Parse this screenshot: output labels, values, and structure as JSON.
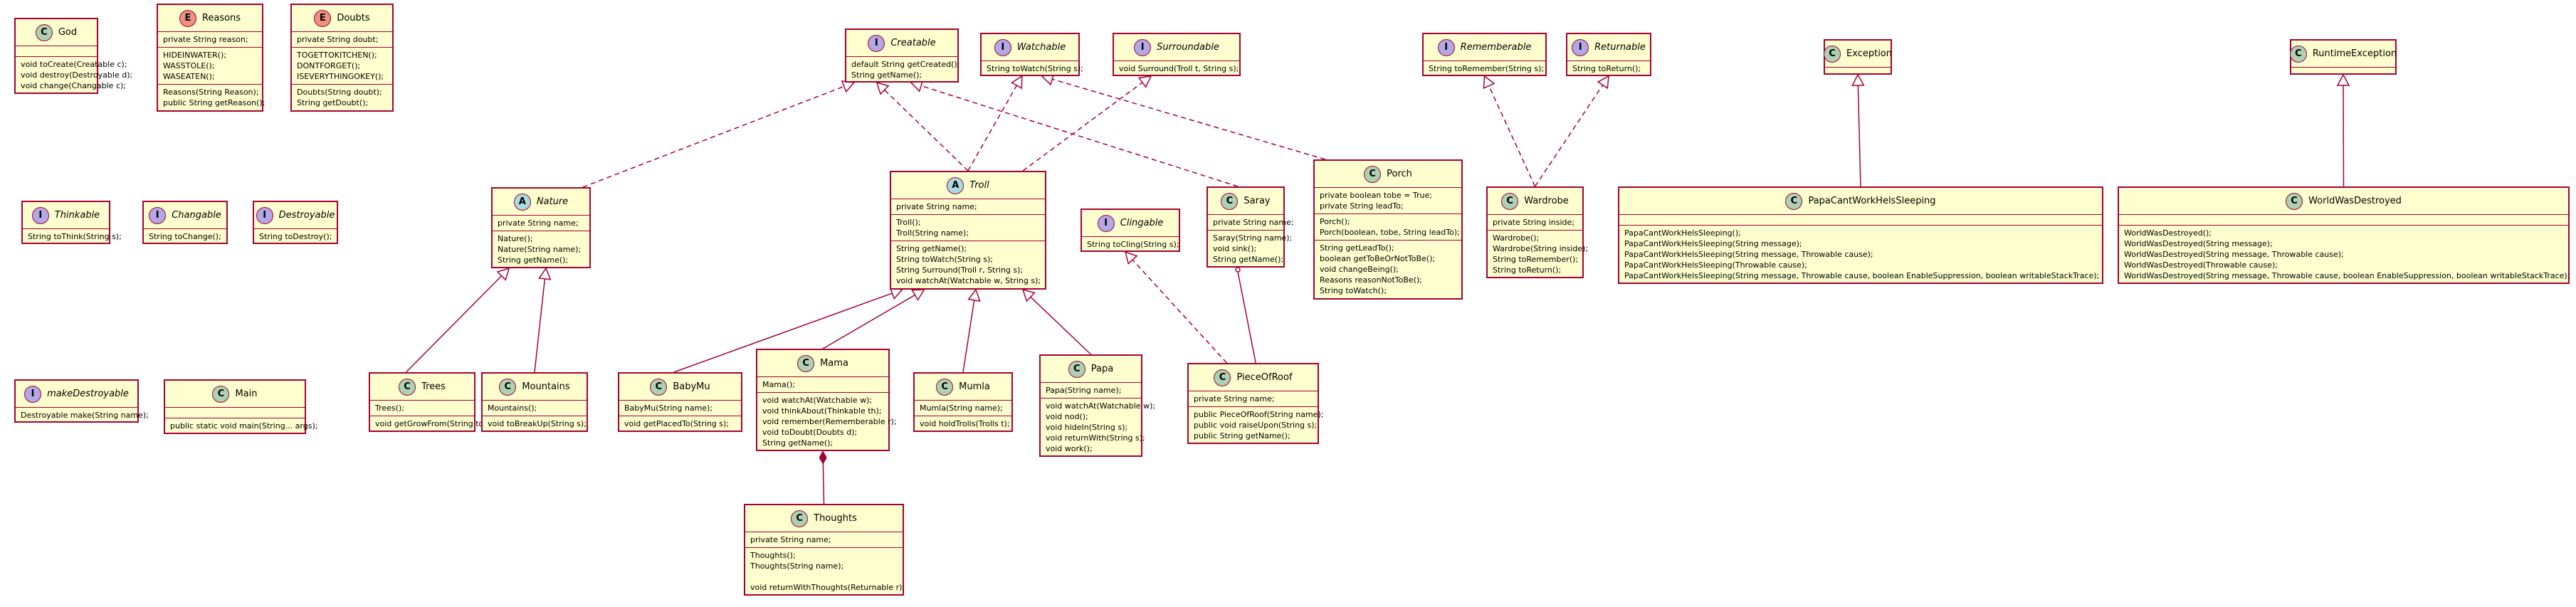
{
  "colors": {
    "box_fill": "#fefece",
    "border": "#a80036",
    "class_badge": "#add1b2",
    "interface_badge": "#b4a7e5",
    "enum_badge": "#eb937f",
    "abstract_badge": "#a9dcdf"
  },
  "classes": [
    {
      "id": "God",
      "kind": "C",
      "name": "God",
      "italic": false,
      "sections": [
        [],
        [
          "void toCreate(Creatable c);",
          "void destroy(Destroyable d);",
          "void change(Changable c);"
        ]
      ]
    },
    {
      "id": "Reasons",
      "kind": "E",
      "name": "Reasons",
      "italic": false,
      "sections": [
        [
          "private String reason;"
        ],
        [
          "HIDEINWATER();",
          "WASSTOLE();",
          "WASEATEN();"
        ],
        [
          "Reasons(String Reason);",
          "public String getReason();"
        ]
      ]
    },
    {
      "id": "Doubts",
      "kind": "E",
      "name": "Doubts",
      "italic": false,
      "sections": [
        [
          "private String doubt;"
        ],
        [
          "TOGETTOKITCHEN();",
          "DONTFORGET();",
          "ISEVERYTHINGOKEY();"
        ],
        [
          "Doubts(String doubt);",
          "String getDoubt();"
        ]
      ]
    },
    {
      "id": "Creatable",
      "kind": "I",
      "name": "Creatable",
      "italic": true,
      "sections": [
        [
          "default String getCreated();",
          "String getName();"
        ]
      ]
    },
    {
      "id": "Watchable",
      "kind": "I",
      "name": "Watchable",
      "italic": true,
      "sections": [
        [
          "String toWatch(String s);"
        ]
      ]
    },
    {
      "id": "Surroundable",
      "kind": "I",
      "name": "Surroundable",
      "italic": true,
      "sections": [
        [
          "void Surround(Troll t, String s);"
        ]
      ]
    },
    {
      "id": "Rememberable",
      "kind": "I",
      "name": "Rememberable",
      "italic": true,
      "sections": [
        [
          "String toRemember(String s);"
        ]
      ]
    },
    {
      "id": "Returnable",
      "kind": "I",
      "name": "Returnable",
      "italic": true,
      "sections": [
        [
          "String toReturn();"
        ]
      ]
    },
    {
      "id": "Exception",
      "kind": "C",
      "name": "Exception",
      "italic": false,
      "sections": []
    },
    {
      "id": "RuntimeException",
      "kind": "C",
      "name": "RuntimeException",
      "italic": false,
      "sections": []
    },
    {
      "id": "Thinkable",
      "kind": "I",
      "name": "Thinkable",
      "italic": true,
      "sections": [
        [
          "String toThink(String s);"
        ]
      ]
    },
    {
      "id": "Changable",
      "kind": "I",
      "name": "Changable",
      "italic": true,
      "sections": [
        [
          "String toChange();"
        ]
      ]
    },
    {
      "id": "Destroyable",
      "kind": "I",
      "name": "Destroyable",
      "italic": true,
      "sections": [
        [
          "String toDestroy();"
        ]
      ]
    },
    {
      "id": "Nature",
      "kind": "A",
      "name": "Nature",
      "italic": true,
      "sections": [
        [
          "private String name;"
        ],
        [
          "Nature();",
          "Nature(String name);",
          "String getName();"
        ]
      ]
    },
    {
      "id": "Troll",
      "kind": "A",
      "name": "Troll",
      "italic": true,
      "sections": [
        [
          "private String name;"
        ],
        [
          "Troll();",
          "Troll(String name);"
        ],
        [
          "String getName();",
          "String toWatch(String s);",
          "String Surround(Troll r, String s);",
          "void watchAt(Watchable w, String s);"
        ]
      ]
    },
    {
      "id": "Clingable",
      "kind": "I",
      "name": "Clingable",
      "italic": true,
      "sections": [
        [
          "String toCling(String s);"
        ]
      ]
    },
    {
      "id": "Saray",
      "kind": "C",
      "name": "Saray",
      "italic": false,
      "sections": [
        [
          "private String name;"
        ],
        [
          "Saray(String name);",
          "void sink();",
          "String getName();"
        ]
      ]
    },
    {
      "id": "Porch",
      "kind": "C",
      "name": "Porch",
      "italic": false,
      "sections": [
        [
          "private boolean tobe = True;",
          "private String leadTo;"
        ],
        [
          "Porch();",
          "Porch(boolean, tobe, String leadTo);"
        ],
        [
          "String getLeadTo();",
          "boolean getToBeOrNotToBe();",
          "void changeBeing();",
          "Reasons reasonNotToBe();",
          "String toWatch();"
        ]
      ]
    },
    {
      "id": "Wardrobe",
      "kind": "C",
      "name": "Wardrobe",
      "italic": false,
      "sections": [
        [
          "private String inside;"
        ],
        [
          "Wardrobe();",
          "Wardrobe(String inside);",
          "String toRemember();",
          "String toReturn();"
        ]
      ]
    },
    {
      "id": "PapaCantWorkHelsSleeping",
      "kind": "C",
      "name": "PapaCantWorkHelsSleeping",
      "italic": false,
      "sections": [
        [],
        [
          "PapaCantWorkHelsSleeping();",
          "PapaCantWorkHelsSleeping(String message);",
          "PapaCantWorkHelsSleeping(String message, Throwable cause);",
          "PapaCantWorkHelsSleeping(Throwable cause);",
          "PapaCantWorkHelsSleeping(String message, Throwable cause, boolean EnableSuppression, boolean writableStackTrace);"
        ]
      ]
    },
    {
      "id": "WorldWasDestroyed",
      "kind": "C",
      "name": "WorldWasDestroyed",
      "italic": false,
      "sections": [
        [],
        [
          "WorldWasDestroyed();",
          "WorldWasDestroyed(String message);",
          "WorldWasDestroyed(String message, Throwable cause);",
          "WorldWasDestroyed(Throwable cause);",
          "WorldWasDestroyed(String message, Throwable cause, boolean EnableSuppression, boolean writableStackTrace);"
        ]
      ]
    },
    {
      "id": "makeDestroyable",
      "kind": "I",
      "name": "makeDestroyable",
      "italic": true,
      "sections": [
        [
          "Destroyable make(String name);"
        ]
      ]
    },
    {
      "id": "Main",
      "kind": "C",
      "name": "Main",
      "italic": false,
      "sections": [
        [],
        [
          "public static void main(String... args);"
        ]
      ]
    },
    {
      "id": "Trees",
      "kind": "C",
      "name": "Trees",
      "italic": false,
      "sections": [
        [
          "Trees();"
        ],
        [
          "void getGrowFrom(String to);"
        ]
      ]
    },
    {
      "id": "Mountains",
      "kind": "C",
      "name": "Mountains",
      "italic": false,
      "sections": [
        [
          "Mountains();"
        ],
        [
          "void toBreakUp(String s);"
        ]
      ]
    },
    {
      "id": "BabyMu",
      "kind": "C",
      "name": "BabyMu",
      "italic": false,
      "sections": [
        [
          "BabyMu(String name);"
        ],
        [
          "void getPlacedTo(String s);"
        ]
      ]
    },
    {
      "id": "Mama",
      "kind": "C",
      "name": "Mama",
      "italic": false,
      "sections": [
        [
          "Mama();"
        ],
        [
          "void watchAt(Watchable w);",
          "void thinkAbout(Thinkable th);",
          "void remember(Rememberable r);",
          "void toDoubt(Doubts d);",
          "String getName();"
        ]
      ]
    },
    {
      "id": "Mumla",
      "kind": "C",
      "name": "Mumla",
      "italic": false,
      "sections": [
        [
          "Mumla(String name);"
        ],
        [
          "void holdTrolls(Trolls t);"
        ]
      ]
    },
    {
      "id": "Papa",
      "kind": "C",
      "name": "Papa",
      "italic": false,
      "sections": [
        [
          "Papa(String name);"
        ],
        [
          "void watchAt(Watchable w);",
          "void nod();",
          "void hideIn(String s);",
          "void returnWith(String s);",
          "void work();"
        ]
      ]
    },
    {
      "id": "PieceOfRoof",
      "kind": "C",
      "name": "PieceOfRoof",
      "italic": false,
      "sections": [
        [
          "private String name;"
        ],
        [
          "public PieceOfRoof(String name);",
          "public void raiseUpon(String s);",
          "public String getName();"
        ]
      ]
    },
    {
      "id": "Thoughts",
      "kind": "C",
      "name": "Thoughts",
      "italic": false,
      "sections": [
        [
          "private String name;"
        ],
        [
          "Thoughts();",
          "Thoughts(String name);",
          "",
          "void returnWithThoughts(Returnable r);"
        ]
      ]
    }
  ]
}
